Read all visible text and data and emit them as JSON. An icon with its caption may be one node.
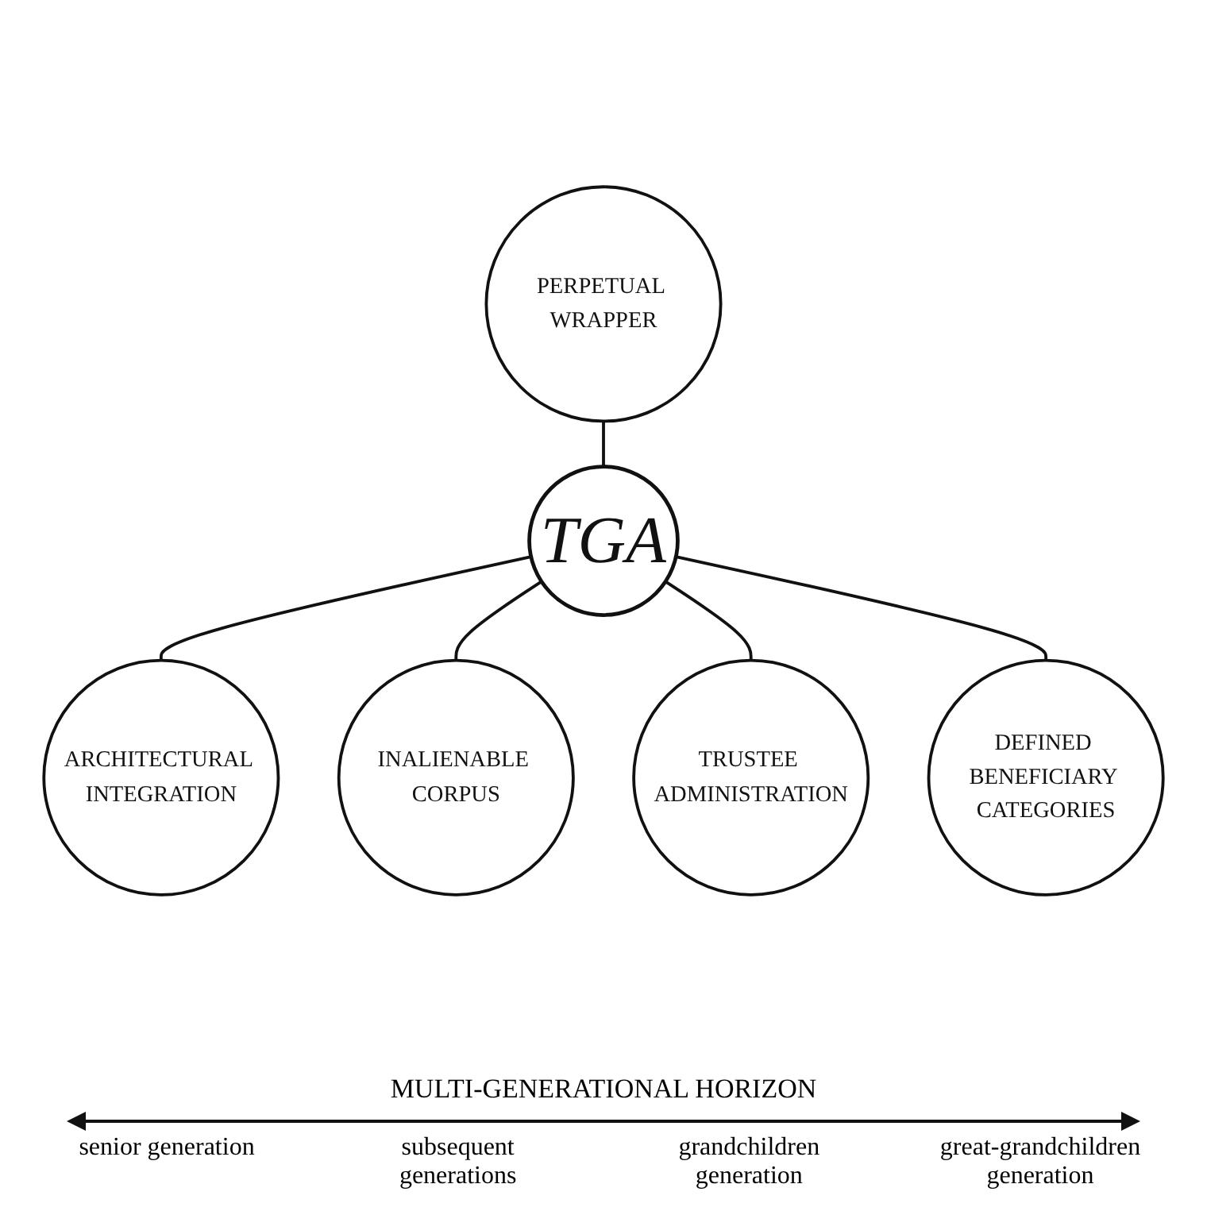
{
  "diagram": {
    "nodes": [
      {
        "text": [
          "PERPETUAL WRAPPER"
        ]
      },
      {
        "text": [
          "ARCHITECTURAL INTEGRATION"
        ]
      },
      {
        "text": [
          "TGA"
        ]
      },
      {
        "text": [
          "INALIENABLE CORPUS"
        ]
      },
      {
        "text": [
          "TRUSTEE ADMINISTRATION"
        ]
      },
      {
        "text": [
          "DEFINED BENEFICIARY CATEGORIES"
        ]
      }
    ],
    "edges": [
      {
        "from": 0,
        "to": 2,
        "arrow": "none"
      },
      {
        "from": 2,
        "to": 1,
        "arrow": "none"
      },
      {
        "from": 2,
        "to": 3,
        "arrow": "none"
      },
      {
        "from": 2,
        "to": 4,
        "arrow": "none"
      },
      {
        "from": 2,
        "to": 5,
        "arrow": "none"
      }
    ],
    "labels": [
      "MULTI-GENERATIONAL HORIZON",
      "senior generation",
      "subsequent generations",
      "grandchildren generation",
      "great-grandchildren generation"
    ]
  }
}
